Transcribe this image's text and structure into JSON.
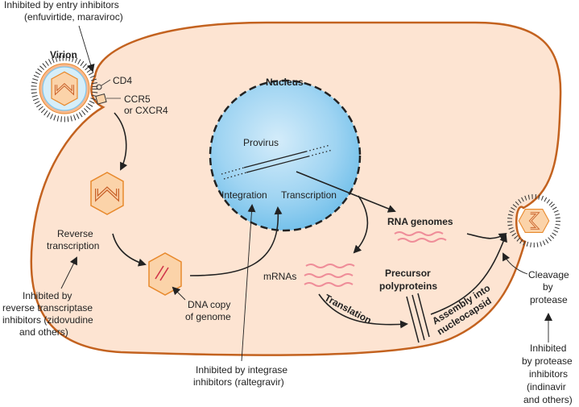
{
  "colors": {
    "cell_fill": "#fde4d2",
    "cell_border": "#c3621f",
    "nucleus": "#7cc6ee",
    "capsid": "#f2a050",
    "rna": "#ef8d99"
  },
  "labels": {
    "entry_inhibitors": [
      "Inhibited by entry inhibitors",
      "(enfuvirtide, maraviroc)"
    ],
    "virion": "Virion",
    "cd4": "CD4",
    "coreceptor": [
      "CCR5",
      "or CXCR4"
    ],
    "nucleus": "Nucleus",
    "provirus": "Provirus",
    "integration": "Integration",
    "transcription": "Transcription",
    "reverse_transcription": [
      "Reverse",
      "transcription"
    ],
    "rt_inhibitors": [
      "Inhibited by",
      "reverse transcriptase",
      "inhibitors (zidovudine",
      "and others)"
    ],
    "dna_copy": [
      "DNA copy",
      "of genome"
    ],
    "integrase_inhibitors": [
      "Inhibited by integrase",
      "inhibitors (raltegravir)"
    ],
    "rna_genomes": "RNA genomes",
    "mrnas": "mRNAs",
    "translation": "Translation",
    "precursor": [
      "Precursor",
      "polyproteins"
    ],
    "assembly": [
      "Assembly into",
      "nucleocapsid"
    ],
    "cleavage": [
      "Cleavage",
      "by",
      "protease"
    ],
    "protease_inhibitors": [
      "Inhibited",
      "by protease",
      "inhibitors",
      "(indinavir",
      "and others)"
    ]
  }
}
